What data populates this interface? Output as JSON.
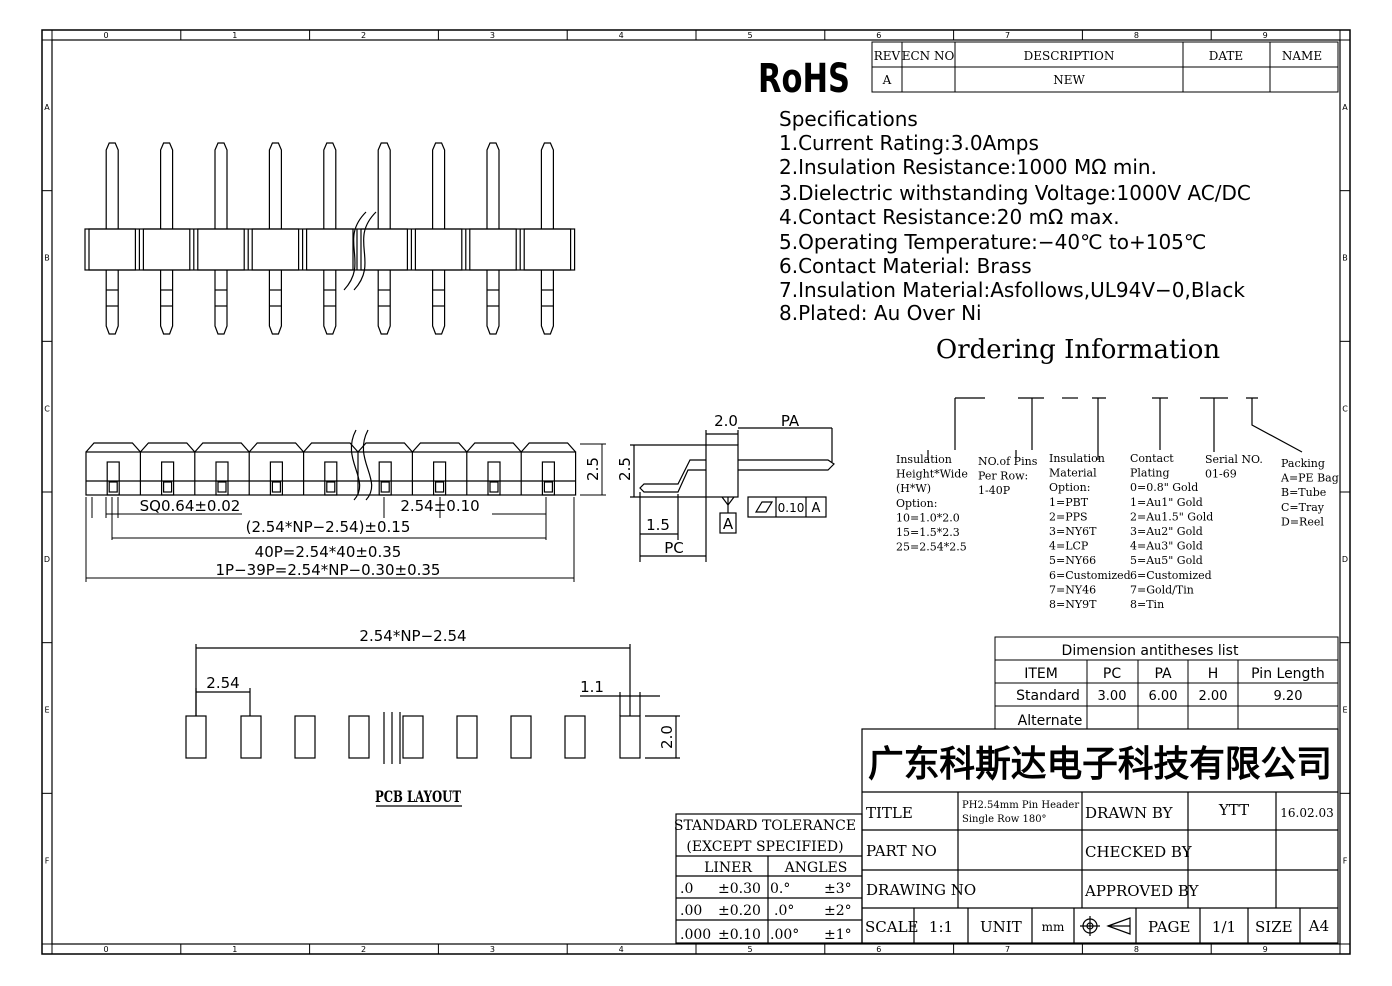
{
  "border": {
    "col_labels": [
      "0",
      "1",
      "2",
      "3",
      "4",
      "5",
      "6",
      "7",
      "8",
      "9"
    ],
    "row_labels": [
      "A",
      "B",
      "C",
      "D",
      "E",
      "F"
    ]
  },
  "rohs": "RoHS",
  "revision": {
    "headers": [
      "REV",
      "ECN NO",
      "DESCRIPTION",
      "DATE",
      "NAME"
    ],
    "row": [
      "A",
      "",
      "NEW",
      "",
      ""
    ]
  },
  "specs": {
    "title": "Specifications",
    "items": [
      "1.Current  Rating:3.0Amps",
      "2.Insulation  Resistance:1000  MΩ  min.",
      "3.Dielectric  withstanding  Voltage:1000V AC/DC",
      "4.Contact  Resistance:20  mΩ  max.",
      "5.Operating  Temperature:−40℃  to+105℃",
      "6.Contact  Material:  Brass",
      "7.Insulation  Material:Asfollows,UL94V−0,Black",
      "8.Plated:  Au  Over  Ni"
    ]
  },
  "ordering": {
    "title": "Ordering  Information",
    "groups": [
      [
        "Insulation",
        "Height*Wide",
        "(H*W)",
        "Option:",
        "10=1.0*2.0",
        "15=1.5*2.3",
        "25=2.54*2.5"
      ],
      [
        "NO.of Pins",
        "Per Row:",
        "1-40P"
      ],
      [
        "Insulation",
        "Material",
        "Option:",
        "1=PBT",
        "2=PPS",
        "3=NY6T",
        "4=LCP",
        "5=NY66",
        "6=Customized",
        "7=NY46",
        "8=NY9T"
      ],
      [
        "Contact",
        "Plating",
        "0=0.8\" Gold",
        "1=Au1\" Gold",
        "2=Au1.5\" Gold",
        "3=Au2\" Gold",
        "4=Au3\" Gold",
        "5=Au5\" Gold",
        "6=Customized",
        "7=Gold/Tin",
        "8=Tin"
      ],
      [
        "Serial NO.",
        "01-69"
      ],
      [
        "Packing",
        "A=PE Bag",
        "B=Tube",
        "C=Tray",
        "D=Reel"
      ]
    ]
  },
  "dimensions": {
    "sq": "SQ0.64±0.02",
    "pitch": "2.54±0.10",
    "np": "(2.54*NP−2.54)±0.15",
    "p40": "40P=2.54*40±0.35",
    "p139": "1P−39P=2.54*NP−0.30±0.35",
    "h25a": "2.5",
    "h25b": "2.5",
    "d20": "2.0",
    "pa": "PA",
    "d15": "1.5",
    "pc": "PC",
    "datum": "A",
    "fcf_val": "0.10",
    "fcf_ref": "A",
    "pcb_np": "2.54*NP−2.54",
    "pcb_pitch": "2.54",
    "pcb_hole": "1.1",
    "pcb_h": "2.0",
    "pcb_title": "PCB LAYOUT"
  },
  "dim_list": {
    "title": "Dimension  antitheses  list",
    "headers": [
      "ITEM",
      "PC",
      "PA",
      "H",
      "Pin Length"
    ],
    "rows": [
      [
        "Standard",
        "3.00",
        "6.00",
        "2.00",
        "9.20"
      ],
      [
        "Alternate",
        "",
        "",
        "",
        ""
      ]
    ]
  },
  "company": "广东科斯达电子科技有限公司",
  "title_block": {
    "title_label": "TITLE",
    "title_value_1": "PH2.54mm Pin Header",
    "title_value_2": "Single Row 180°",
    "drawn_by": "DRAWN BY",
    "drawn_by_val": "YTT",
    "date_val": "16.02.03",
    "part_no": "PART NO",
    "checked_by": "CHECKED BY",
    "drawing_no": "DRAWING NO",
    "approved_by": "APPROVED BY",
    "scale": "SCALE",
    "scale_val": "1:1",
    "unit": "UNIT",
    "unit_val": "mm",
    "page": "PAGE",
    "page_val": "1/1",
    "size": "SIZE",
    "size_val": "A4"
  },
  "tolerance": {
    "title1": "STANDARD TOLERANCE",
    "title2": "(EXCEPT   SPECIFIED)",
    "liner": "LINER",
    "angles": "ANGLES",
    "rows": [
      [
        ".0",
        "±0.30",
        "0.°",
        "±3°"
      ],
      [
        ".00",
        "±0.20",
        ".0°",
        "±2°"
      ],
      [
        ".000",
        "±0.10",
        ".00°",
        "±1°"
      ]
    ]
  }
}
